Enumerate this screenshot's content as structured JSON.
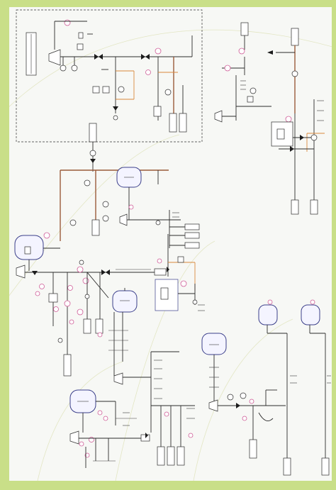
{
  "drawing": {
    "background_color": "#c9df88",
    "sheet_color": "#f7f8f5",
    "pipe_color": "#9a5a3a",
    "tag_color": "#cf5c97",
    "vessel_color": "#3b3f8a",
    "highlight_color": "#d8893c"
  },
  "elements": {
    "vessels": [
      "storage-tank",
      "receiver-tank",
      "buffer-vessel",
      "separator-vessel",
      "feed-tank",
      "day-tank",
      "drain-vessel",
      "condensate-tank",
      "surge-tank"
    ],
    "instruments": [
      "tag-bubble",
      "valve",
      "pump",
      "gauge",
      "control-box"
    ],
    "icons": [
      "valve-icon",
      "pump-icon",
      "instrument-tag-icon",
      "tank-icon",
      "arrow-icon"
    ]
  }
}
